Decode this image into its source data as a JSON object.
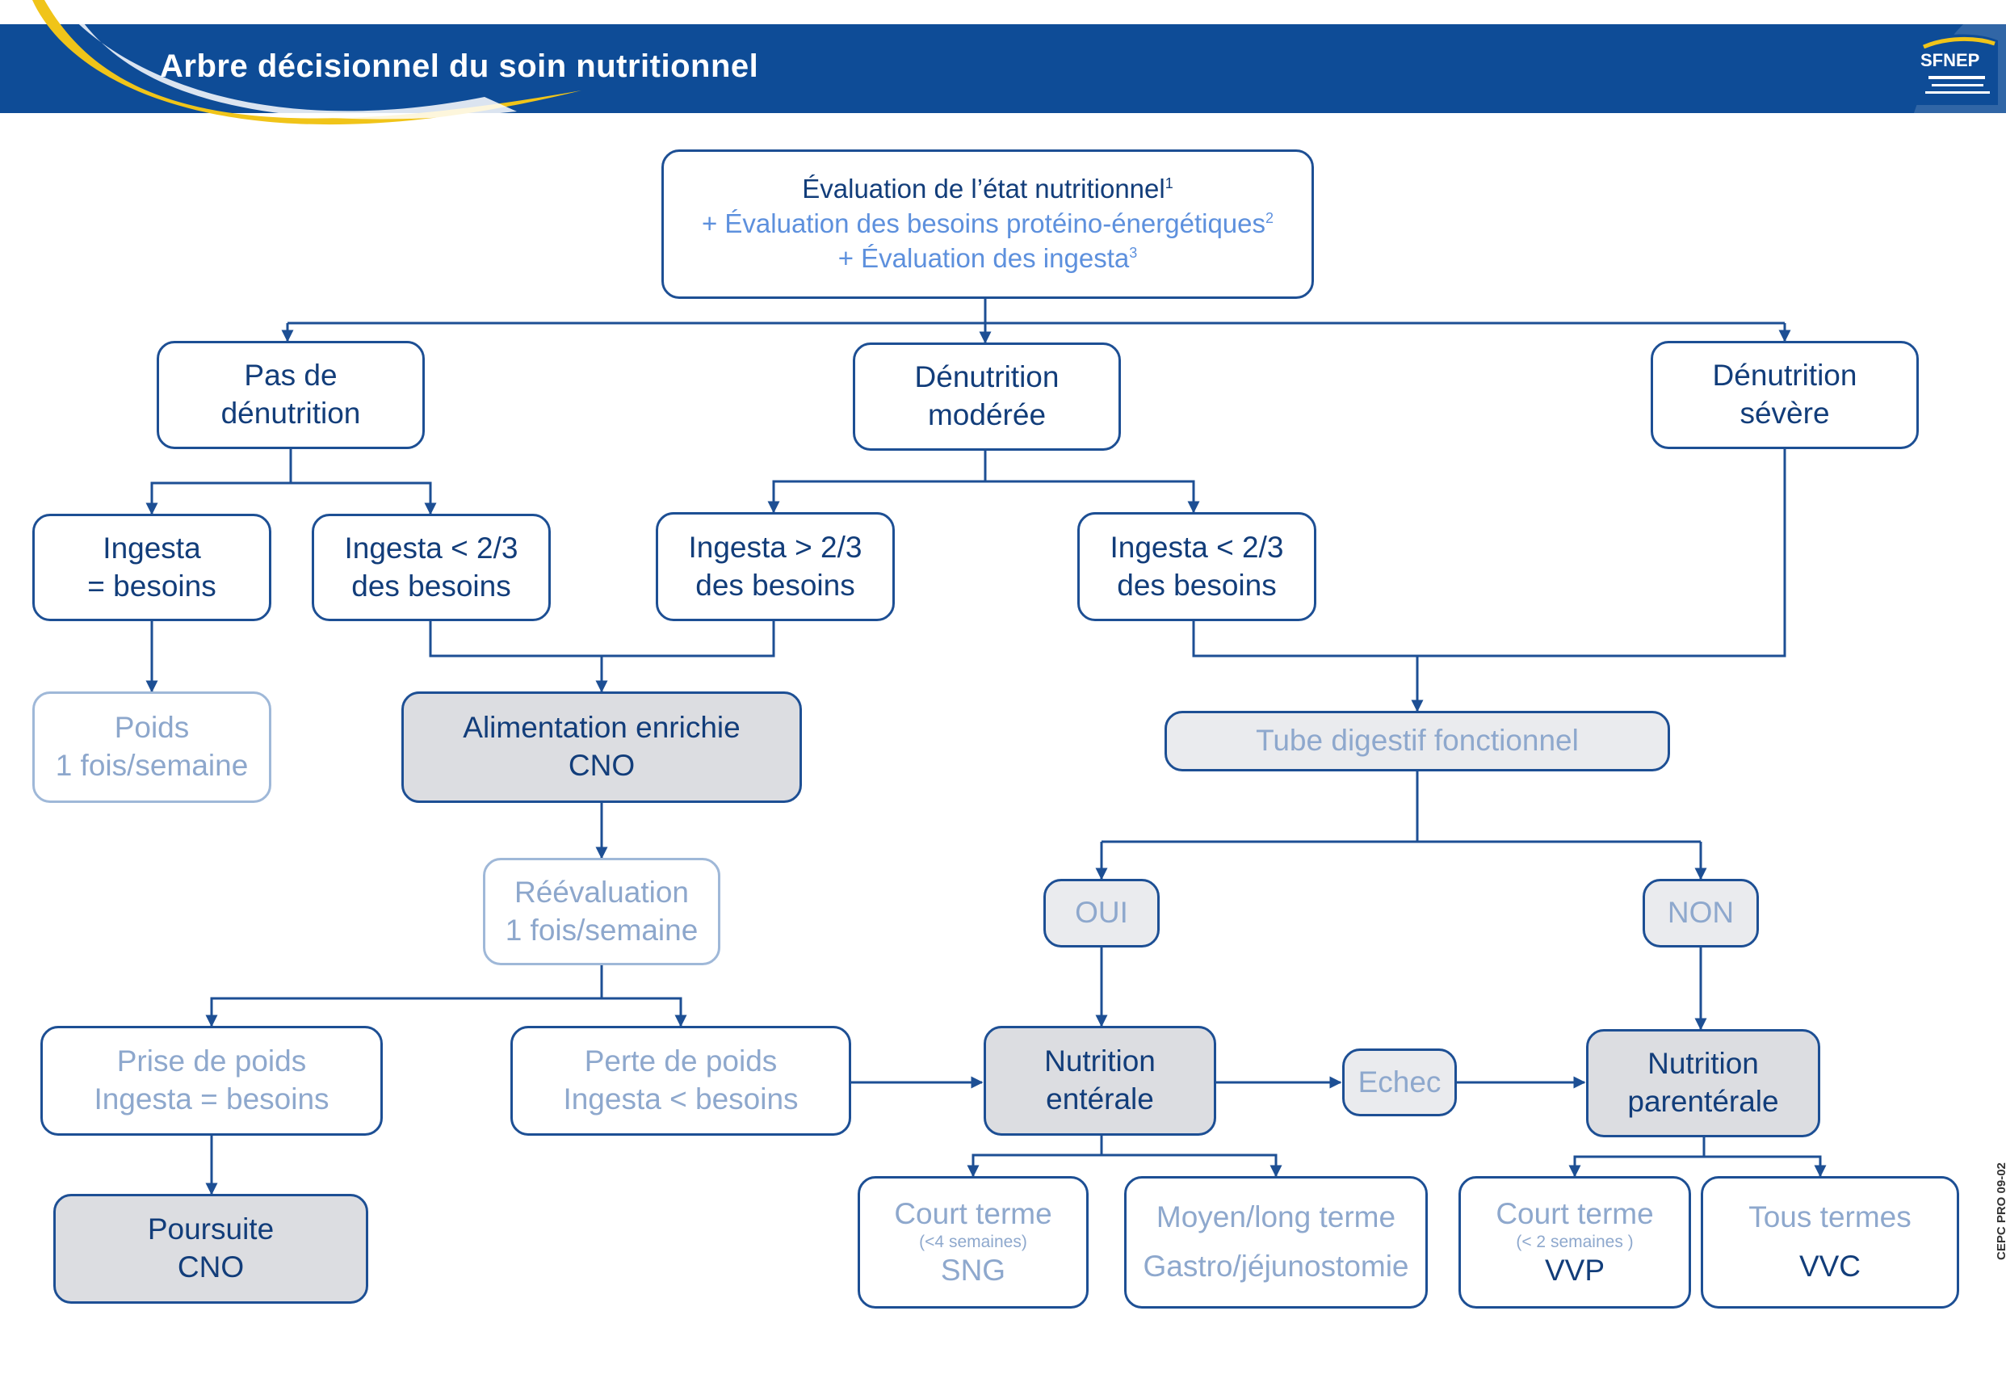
{
  "header": {
    "title": "Arbre décisionnel du soin nutritionnel",
    "logo_text": "SFNEP"
  },
  "colors": {
    "banner": "#0e4c97",
    "swoosh": "#f0c419",
    "node_border": "#1d4f94",
    "node_text": "#123d7a",
    "shaded_fill": "#dcdde1"
  },
  "top": {
    "line1": "Évaluation de l’état nutritionnel",
    "note1": "1",
    "line2": "+ Évaluation des besoins protéino-énergétiques",
    "note2": "2",
    "line3": "+ Évaluation des ingesta",
    "note3": "3"
  },
  "level1": {
    "pas": [
      "Pas de",
      "dénutrition"
    ],
    "moderee": [
      "Dénutrition",
      "modérée"
    ],
    "severe": [
      "Dénutrition",
      "sévère"
    ]
  },
  "level2": {
    "ingesta_eq": [
      "Ingesta",
      "= besoins"
    ],
    "ingesta_lt_a": [
      "Ingesta < 2/3",
      "des besoins"
    ],
    "ingesta_gt": [
      "Ingesta > 2/3",
      "des besoins"
    ],
    "ingesta_lt_b": [
      "Ingesta < 2/3",
      "des besoins"
    ]
  },
  "poids": [
    "Poids",
    "1 fois/semaine"
  ],
  "alimentation": [
    "Alimentation enrichie",
    "CNO"
  ],
  "reevaluation": [
    "Réévaluation",
    "1 fois/semaine"
  ],
  "prise": [
    "Prise de poids",
    "Ingesta = besoins"
  ],
  "perte": [
    "Perte de poids",
    "Ingesta < besoins"
  ],
  "poursuite": [
    "Poursuite",
    "CNO"
  ],
  "tube": "Tube digestif fonctionnel",
  "oui": "OUI",
  "non": "NON",
  "echec": "Echec",
  "enterale": [
    "Nutrition",
    "entérale"
  ],
  "parenterale": [
    "Nutrition",
    "parentérale"
  ],
  "court_sng": {
    "label": "Court terme",
    "note": "(<4 semaines)",
    "value": "SNG"
  },
  "moyen_long": {
    "label": "Moyen/long terme",
    "value": "Gastro/jéjunostomie"
  },
  "court_vvp": {
    "label": "Court terme",
    "note": "(< 2 semaines )",
    "value": "VVP"
  },
  "tous": {
    "label": "Tous termes",
    "value": "VVC"
  },
  "doc_code": "CEPC PRO 09-02"
}
